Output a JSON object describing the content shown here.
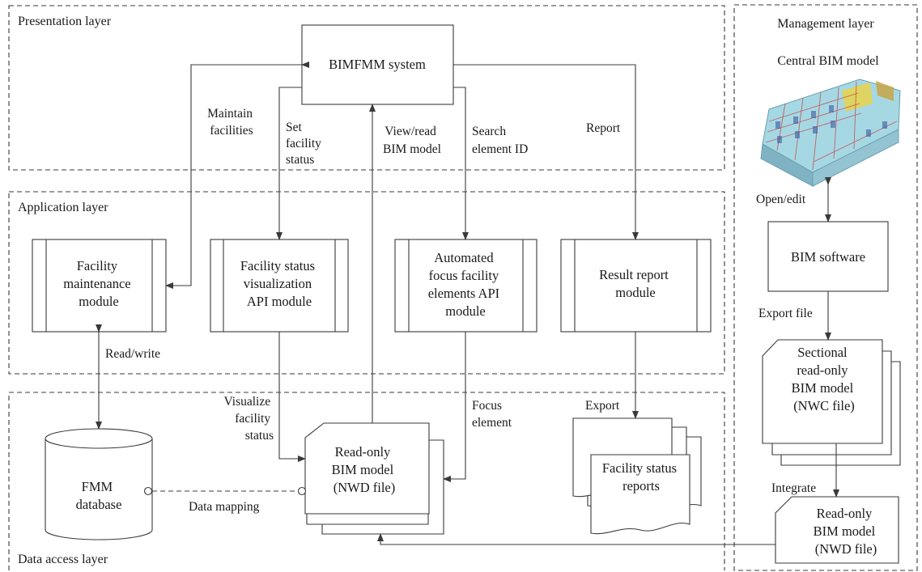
{
  "layers": {
    "presentation": "Presentation layer",
    "application": "Application layer",
    "data_access": "Data access layer",
    "management": "Management layer"
  },
  "nodes": {
    "bimfmm_system": "BIMFMM system",
    "facility_maintenance": [
      "Facility",
      "maintenance",
      "module"
    ],
    "status_visualization": [
      "Facility status",
      "visualization",
      "API module"
    ],
    "automated_focus": [
      "Automated",
      "focus facility",
      "elements API",
      "module"
    ],
    "result_report": [
      "Result report",
      "module"
    ],
    "fmm_database": [
      "FMM",
      "database"
    ],
    "readonly_nwd_center": [
      "Read-only",
      "BIM model",
      "(NWD file)"
    ],
    "facility_reports": [
      "Facility status",
      "reports"
    ],
    "central_bim_model": "Central BIM model",
    "bim_software": "BIM software",
    "sectional_nwc": [
      "Sectional",
      "read-only",
      "BIM model",
      "(NWC file)"
    ],
    "readonly_nwd_right": [
      "Read-only",
      "BIM model",
      "(NWD file)"
    ]
  },
  "edges": {
    "maintain": [
      "Maintain",
      "facilities"
    ],
    "set_status": [
      "Set",
      "facility",
      "status"
    ],
    "view_read": [
      "View/read",
      "BIM model"
    ],
    "search": [
      "Search",
      "element ID"
    ],
    "report": "Report",
    "read_write": "Read/write",
    "visualize": [
      "Visualize",
      "facility",
      "status"
    ],
    "focus": [
      "Focus",
      "element"
    ],
    "export": "Export",
    "data_mapping": "Data mapping",
    "open_edit": "Open/edit",
    "export_file": "Export file",
    "integrate": "Integrate"
  },
  "colors": {
    "management_bg": "#e9e9e9",
    "stroke": "#3a3a3a",
    "model_glass": "#8ec9d6",
    "model_accent_yellow": "#e7d44a",
    "model_accent_red": "#c43c3c"
  }
}
